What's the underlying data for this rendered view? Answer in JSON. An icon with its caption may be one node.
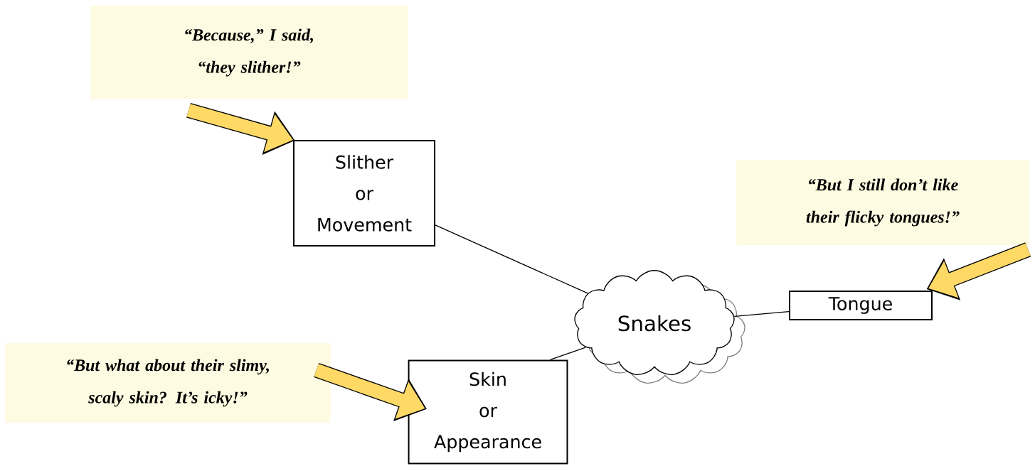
{
  "diagram": {
    "nodes": [
      {
        "text": [
          "“Because,” I said, “they slither!”"
        ]
      },
      {
        "text": [
          "Slither or Movement"
        ]
      },
      {
        "text": [
          "Snakes"
        ]
      },
      {
        "text": [
          "“But I still don’t like their flicky tongues!”"
        ]
      },
      {
        "text": [
          "Tongue"
        ]
      },
      {
        "text": [
          "“But what about their slimy, scaly skin? It’s icky!”"
        ]
      },
      {
        "text": [
          "Skin or Appearance"
        ]
      }
    ],
    "edges": [
      {
        "from": 0,
        "to": 1,
        "arrow": "to",
        "style": "thick",
        "color": "#ffd966"
      },
      {
        "from": 1,
        "to": 2,
        "arrow": "none",
        "color": "#000000"
      },
      {
        "from": 2,
        "to": 4,
        "arrow": "none",
        "color": "#000000"
      },
      {
        "from": 3,
        "to": 4,
        "arrow": "to",
        "style": "thick",
        "color": "#ffd966"
      },
      {
        "from": 5,
        "to": 6,
        "arrow": "to",
        "style": "thick",
        "color": "#ffd966"
      },
      {
        "from": 6,
        "to": 2,
        "arrow": "none",
        "color": "#000000"
      }
    ]
  }
}
